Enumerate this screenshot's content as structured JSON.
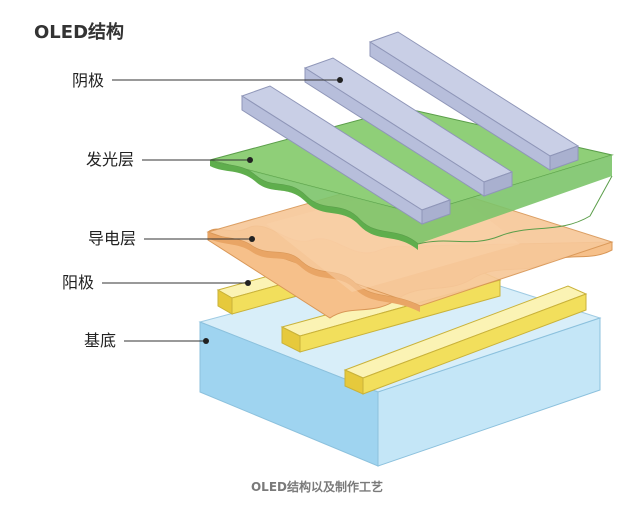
{
  "title": "OLED结构",
  "layers": {
    "cathode": {
      "label": "阴极"
    },
    "emissive": {
      "label": "发光层"
    },
    "conductive": {
      "label": "导电层"
    },
    "anode": {
      "label": "阳极"
    },
    "substrate": {
      "label": "基底"
    }
  },
  "caption": "OLED结构以及制作工艺",
  "colors": {
    "cathode_bar": "#c9cfe6",
    "emissive_layer": "#7cc46a",
    "conductive_layer": "#f4b57a",
    "anode_bar": "#f2e06a",
    "substrate": "#bfe4f7"
  }
}
